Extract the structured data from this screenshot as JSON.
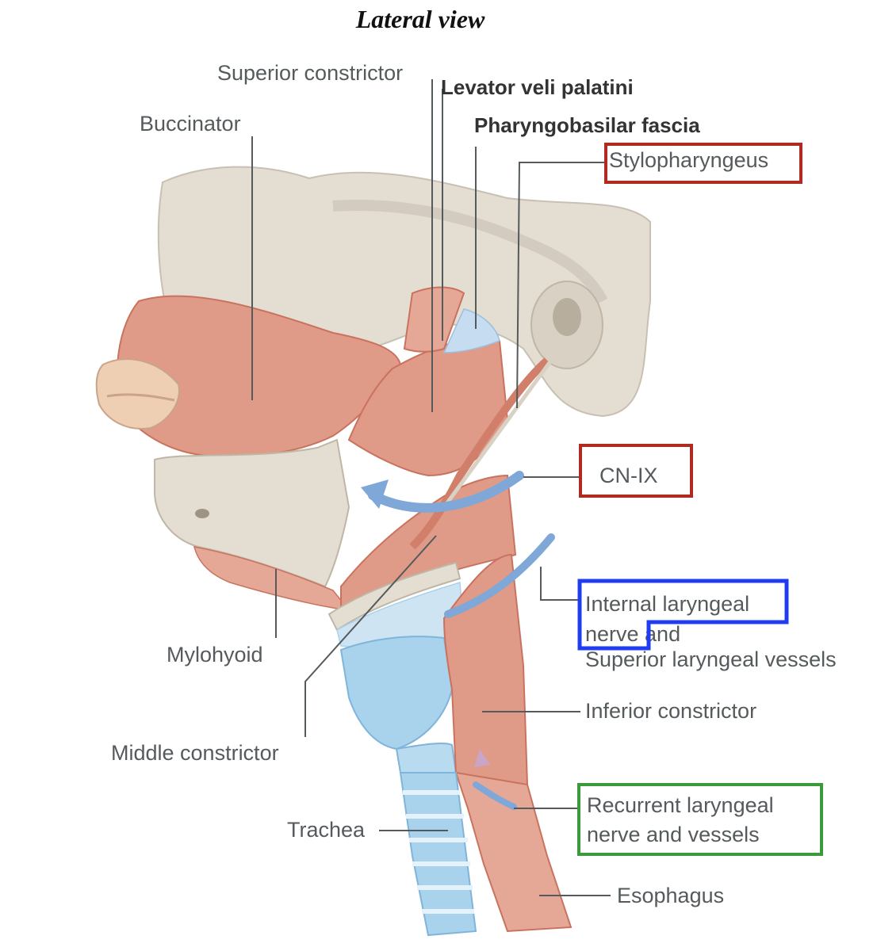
{
  "title": "Lateral view",
  "labels": {
    "superior_constrictor": "Superior constrictor",
    "levator_veli_palatini": "Levator veli palatini",
    "buccinator": "Buccinator",
    "pharyngobasilar_fascia": "Pharyngobasilar fascia",
    "stylopharyngeus": "Stylopharyngeus",
    "cn_ix": "CN-IX",
    "internal_laryngeal_nerve_line1": "Internal laryngeal",
    "internal_laryngeal_nerve_line2": "nerve and",
    "superior_laryngeal_vessels": "Superior laryngeal vessels",
    "mylohyoid": "Mylohyoid",
    "inferior_constrictor": "Inferior constrictor",
    "middle_constrictor": "Middle constrictor",
    "recurrent_laryngeal_line1": "Recurrent laryngeal",
    "recurrent_laryngeal_line2": "nerve and vessels",
    "trachea": "Trachea",
    "esophagus": "Esophagus"
  },
  "highlight_colors": {
    "stylopharyngeus": "#b02a22",
    "cn_ix": "#b02a22",
    "internal_laryngeal": "#1f3cf0",
    "recurrent_laryngeal": "#3d9a3a"
  },
  "anatomy_colors": {
    "muscle": "#e09a88",
    "muscle_dark": "#c9735f",
    "bone": "#e3ddd2",
    "bone_shadow": "#c8c0b2",
    "cartilage": "#a9d2ec",
    "nerve": "#7fa7d8"
  }
}
